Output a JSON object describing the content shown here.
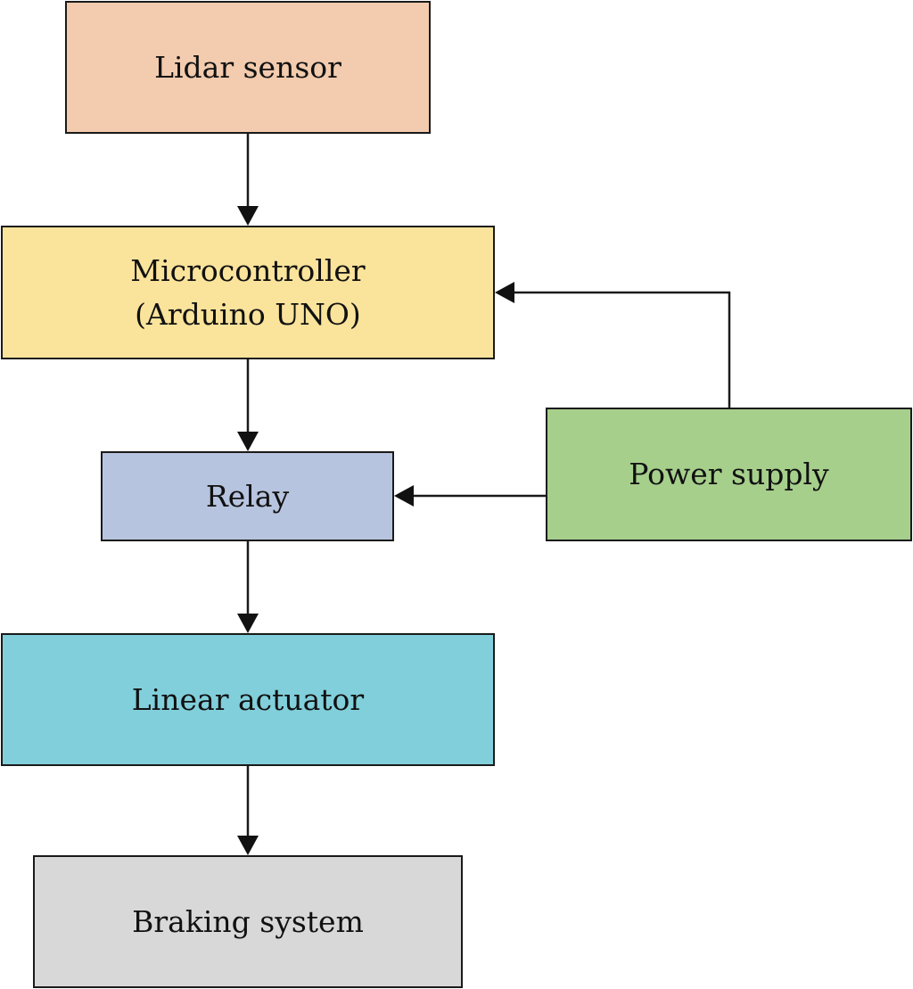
{
  "diagram": {
    "nodes": [
      {
        "id": "lidar",
        "lines": [
          "Lidar sensor"
        ],
        "fill": "#f3cbae"
      },
      {
        "id": "mcu",
        "lines": [
          "Microcontroller",
          "(Arduino UNO)"
        ],
        "fill": "#fae39b"
      },
      {
        "id": "relay",
        "lines": [
          "Relay"
        ],
        "fill": "#b7c4df"
      },
      {
        "id": "power",
        "lines": [
          "Power supply"
        ],
        "fill": "#a6cf8c"
      },
      {
        "id": "linear",
        "lines": [
          "Linear actuator"
        ],
        "fill": "#81cfdb"
      },
      {
        "id": "braking",
        "lines": [
          "Braking system"
        ],
        "fill": "#d8d8d8"
      }
    ],
    "edges": [
      {
        "from": "lidar",
        "to": "mcu"
      },
      {
        "from": "mcu",
        "to": "relay"
      },
      {
        "from": "relay",
        "to": "linear"
      },
      {
        "from": "linear",
        "to": "braking"
      },
      {
        "from": "power",
        "to": "mcu"
      },
      {
        "from": "power",
        "to": "relay"
      }
    ],
    "colors": {
      "line": "#1a1a1a",
      "arrowhead": "#111111",
      "text": "#111111"
    }
  }
}
